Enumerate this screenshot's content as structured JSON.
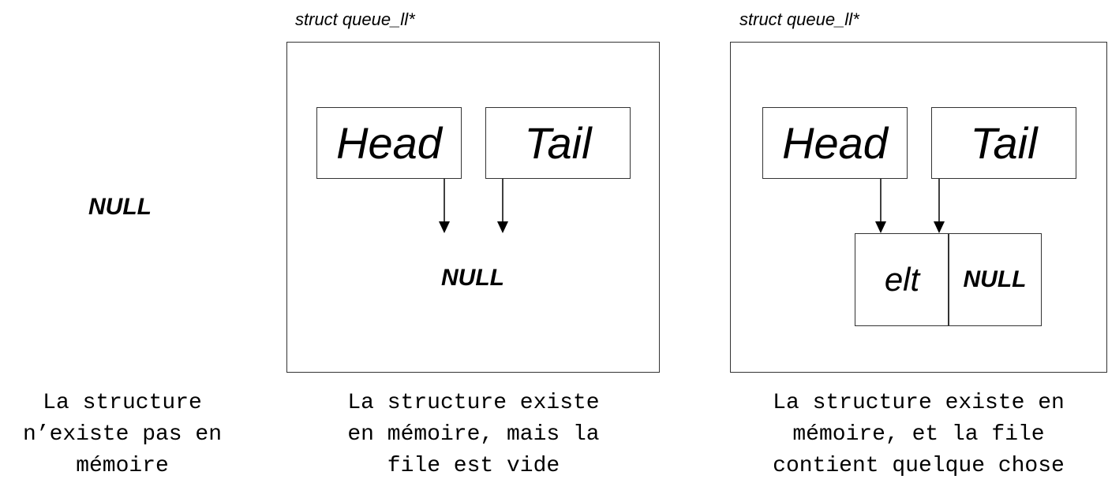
{
  "panel1": {
    "null_label": "NULL",
    "caption": [
      "La structure",
      "n’existe pas en",
      "mémoire"
    ]
  },
  "panel2": {
    "type_label": "struct queue_ll*",
    "head_label": "Head",
    "tail_label": "Tail",
    "null_label": "NULL",
    "caption": [
      "La structure existe",
      "en mémoire, mais la",
      "file est vide"
    ]
  },
  "panel3": {
    "type_label": "struct queue_ll*",
    "head_label": "Head",
    "tail_label": "Tail",
    "node_elt_label": "elt",
    "node_next_label": "NULL",
    "caption": [
      "La structure existe en",
      "mémoire, et la file",
      "contient quelque chose"
    ]
  }
}
